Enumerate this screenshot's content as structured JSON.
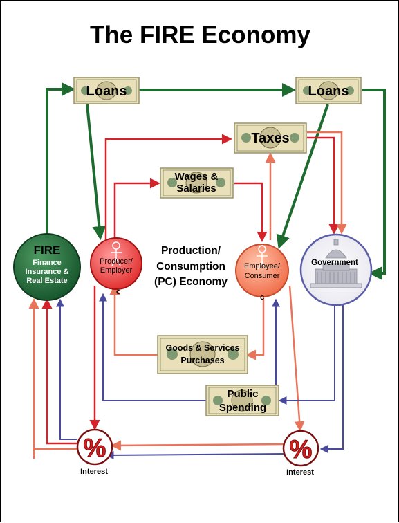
{
  "title": "The FIRE Economy",
  "bills": {
    "loans_left": "Loans",
    "loans_right": "Loans",
    "taxes": "Taxes",
    "wages_line1": "Wages &",
    "wages_line2": "Salaries",
    "goods_line1": "Goods & Services",
    "goods_line2": "Purchases",
    "public_line1": "Public",
    "public_line2": "Spending"
  },
  "nodes": {
    "fire_title": "FIRE",
    "fire_line1": "Finance",
    "fire_line2": "Insurance &",
    "fire_line3": "Real Estate",
    "producer_line1": "Producer/",
    "producer_line2": "Employer",
    "producer_mark": "c",
    "consumer_line1": "Employee/",
    "consumer_line2": "Consumer",
    "consumer_mark": "c",
    "government": "Government"
  },
  "center": {
    "line1": "Production/",
    "line2": "Consumption",
    "line3": "(PC) Economy"
  },
  "interest": {
    "left_label": "Interest",
    "right_label": "Interest",
    "symbol": "%"
  },
  "colors": {
    "green": "#1e6b2f",
    "red": "#d4232b",
    "salmon": "#e8745a",
    "blue": "#4a4a9c",
    "bill": "#e9dfb8"
  }
}
